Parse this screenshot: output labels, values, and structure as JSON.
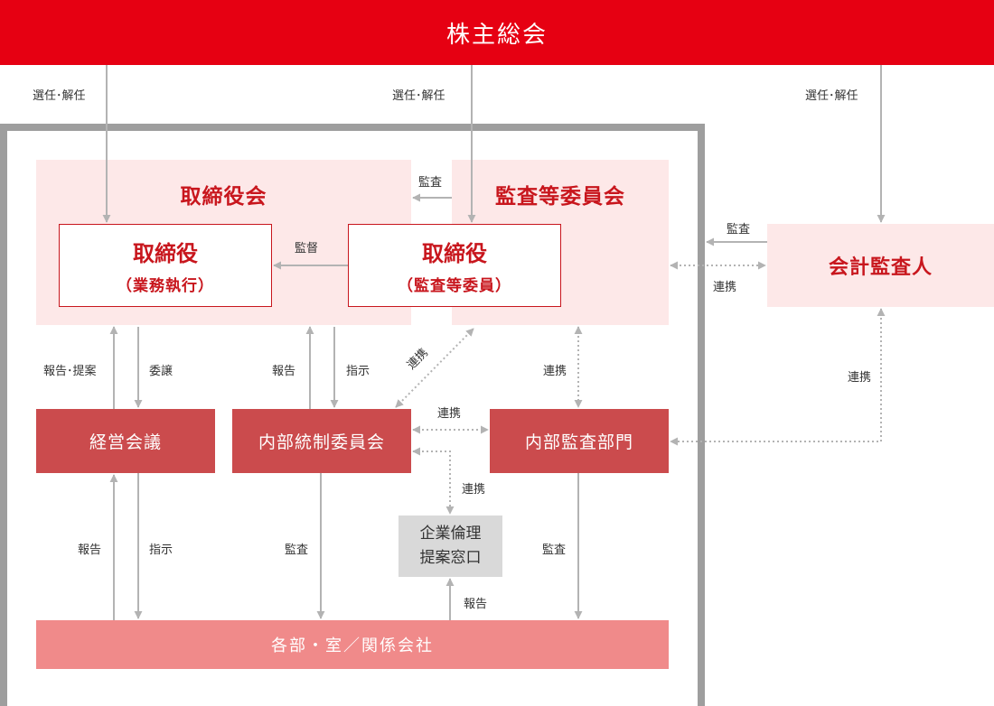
{
  "header": {
    "title": "株主総会"
  },
  "board": {
    "title": "取締役会"
  },
  "audit_committee": {
    "title": "監査等委員会"
  },
  "director_exec": {
    "title": "取締役",
    "sub": "（業務執行）"
  },
  "director_audit": {
    "title": "取締役",
    "sub": "（監査等委員）"
  },
  "accounting_auditor": {
    "title": "会計監査人"
  },
  "management_meeting": {
    "label": "経営会議"
  },
  "internal_control_committee": {
    "label": "内部統制委員会"
  },
  "internal_audit_dept": {
    "label": "内部監査部門"
  },
  "ethics_desk": {
    "line1": "企業倫理",
    "line2": "提案窓口"
  },
  "departments": {
    "label": "各部・室／関係会社"
  },
  "edge_labels": {
    "appoint_board": "選任･解任",
    "appoint_audit": "選任･解任",
    "appoint_accounting": "選任･解任",
    "audit_to_board": "監査",
    "supervise": "監督",
    "accounting_to_audit": "監査",
    "accounting_link": "連携",
    "report_propose": "報告･提案",
    "delegate": "委譲",
    "report_icc": "報告",
    "instruct_icc": "指示",
    "link_diag": "連携",
    "link_audit_iad": "連携",
    "link_acc_iad": "連携",
    "link_icc_iad": "連携",
    "link_icc_ethics": "連携",
    "report_mm": "報告",
    "instruct_mm": "指示",
    "audit_icc": "監査",
    "audit_iad": "監査",
    "report_ethics": "報告"
  },
  "colors": {
    "brand_red": "#e60012",
    "title_red": "#c8161d",
    "dark_box": "#cb4b4d",
    "pink_bg": "#fde8e8",
    "bottom_bar": "#f08a8a",
    "frame_grey": "#9e9e9e",
    "arrow_grey": "#b3b3b3"
  }
}
